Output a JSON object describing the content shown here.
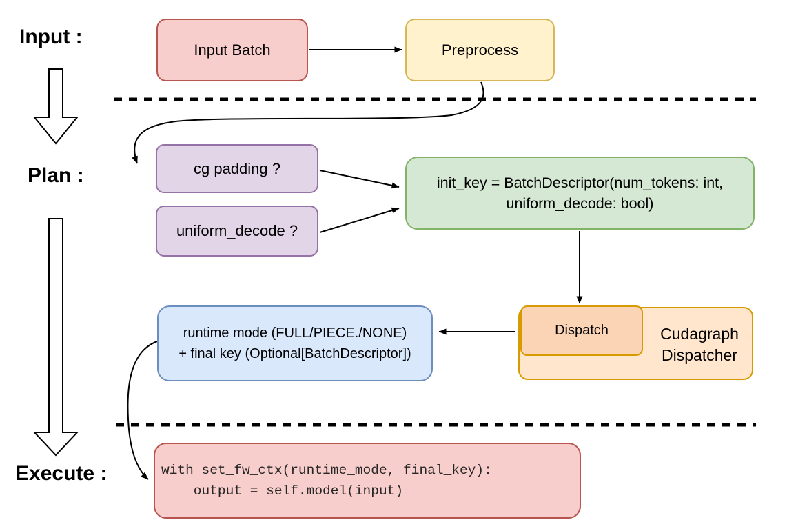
{
  "diagram": {
    "stage_labels": {
      "input": "Input :",
      "plan": "Plan :",
      "execute": "Execute :"
    },
    "nodes": {
      "input_batch": {
        "label": "Input Batch"
      },
      "preprocess": {
        "label": "Preprocess"
      },
      "cg_padding": {
        "label": "cg padding ?"
      },
      "uniform_decode": {
        "label": "uniform_decode ?"
      },
      "init_key": {
        "lines": [
          "init_key = BatchDescriptor(num_tokens: int,",
          "uniform_decode: bool)"
        ]
      },
      "dispatch": {
        "label": "Dispatch"
      },
      "cudagraph_dispatcher": {
        "lines": [
          "Cudagraph",
          "Dispatcher"
        ]
      },
      "runtime_mode": {
        "lines": [
          "runtime mode (FULL/PIECE./NONE)",
          "+ final key (Optional[BatchDescriptor])"
        ]
      },
      "execute_code": {
        "lines": [
          "with set_fw_ctx(runtime_mode, final_key):",
          "    output = self.model(input)"
        ]
      }
    },
    "palette": {
      "red_fill": "#f8cecc",
      "red_stroke": "#b85450",
      "yellow_fill": "#fff2cc",
      "yellow_stroke": "#d6b656",
      "purple_fill": "#e1d5e7",
      "purple_stroke": "#9673a6",
      "green_fill": "#d5e8d4",
      "green_stroke": "#82b366",
      "orange_fill": "#ffe6cc",
      "orange_inner_fill": "#fbd3b5",
      "orange_stroke": "#d79b00",
      "blue_fill": "#dae8fc",
      "blue_stroke": "#6c8ebf",
      "connector": "#000000"
    }
  }
}
